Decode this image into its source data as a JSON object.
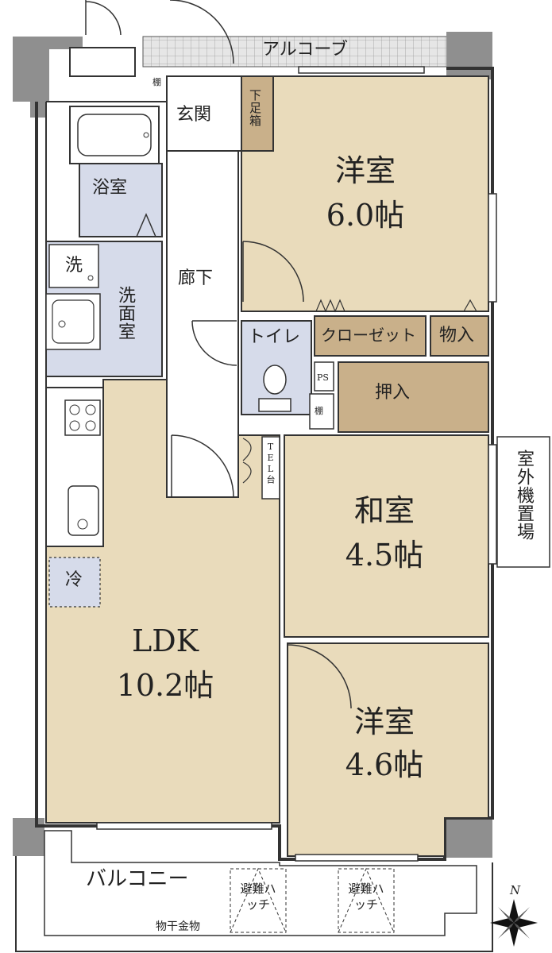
{
  "colors": {
    "wood": "#e9dbbb",
    "storage": "#c9b08a",
    "wet": "#d6dbea",
    "wall": "#8f8f8f",
    "alcove": "#cfcfcf",
    "line": "#333333"
  },
  "labels": {
    "alcove": "アルコーブ",
    "shelf1": "棚",
    "genkan": "玄関",
    "shoe_box": "下足箱",
    "western1_name": "洋室",
    "western1_size": "6.0帖",
    "bath": "浴室",
    "washer": "洗",
    "washroom": "洗面室",
    "corridor": "廊下",
    "closet": "クローゼット",
    "storage": "物入",
    "toilet": "トイレ",
    "ps": "PS",
    "oshiire": "押入",
    "shelf2": "棚",
    "tel": "TEL台",
    "outdoor_unit": "室外機置場",
    "washitsu_name": "和室",
    "washitsu_size": "4.5帖",
    "fridge": "冷",
    "ldk_name": "LDK",
    "ldk_size": "10.2帖",
    "western2_name": "洋室",
    "western2_size": "4.6帖",
    "balcony": "バルコニー",
    "hatch1": "避難ハッチ",
    "hatch2": "避難ハッチ",
    "drying_hardware": "物干金物",
    "compass_north": "N"
  },
  "icons": [
    "compass-icon",
    "stove-icon",
    "sink-icon",
    "bathtub-icon",
    "toilet-icon",
    "washbasin-icon",
    "washer-icon"
  ]
}
